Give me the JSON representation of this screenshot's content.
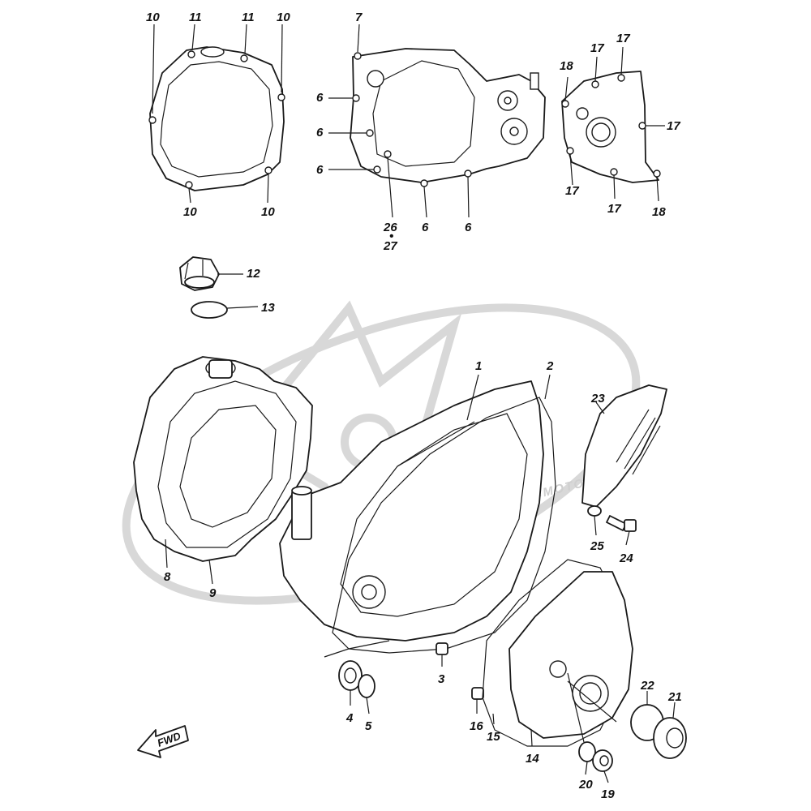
{
  "watermark": {
    "url": "WWW.FRANCEMCMOTO.FR"
  },
  "direction_badge": {
    "label": "FWD"
  },
  "callouts": {
    "c1": "1",
    "c2": "2",
    "c3": "3",
    "c4": "4",
    "c5": "5",
    "c6a": "6",
    "c6b": "6",
    "c6c": "6",
    "c6d": "6",
    "c6e": "6",
    "c7": "7",
    "c8": "8",
    "c9": "9",
    "c10a": "10",
    "c10b": "10",
    "c10c": "10",
    "c10d": "10",
    "c11a": "11",
    "c11b": "11",
    "c12": "12",
    "c13": "13",
    "c14": "14",
    "c15": "15",
    "c16": "16",
    "c17a": "17",
    "c17b": "17",
    "c17c": "17",
    "c17d": "17",
    "c17e": "17",
    "c18a": "18",
    "c18b": "18",
    "c19": "19",
    "c20": "20",
    "c21": "21",
    "c22": "22",
    "c23": "23",
    "c24": "24",
    "c25": "25",
    "c26": "26",
    "c26sep": "•",
    "c27": "27"
  }
}
